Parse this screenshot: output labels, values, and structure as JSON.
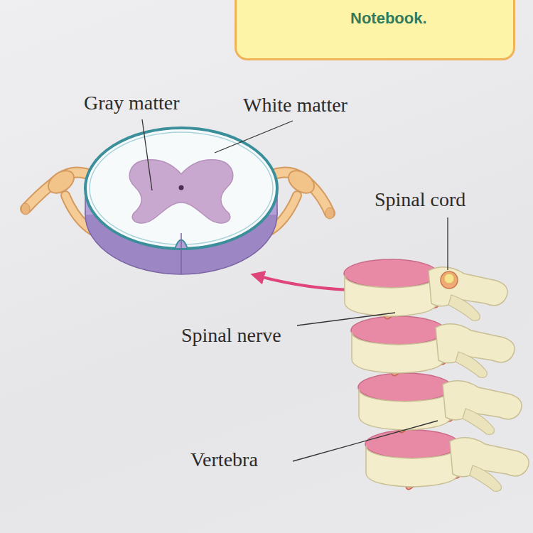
{
  "diagram": {
    "nodes": [
      {
        "text": [
          "Notebook."
        ]
      }
    ],
    "labels": [
      "Gray matter",
      "White matter",
      "Spinal cord",
      "Spinal nerve",
      "Vertebra"
    ]
  }
}
